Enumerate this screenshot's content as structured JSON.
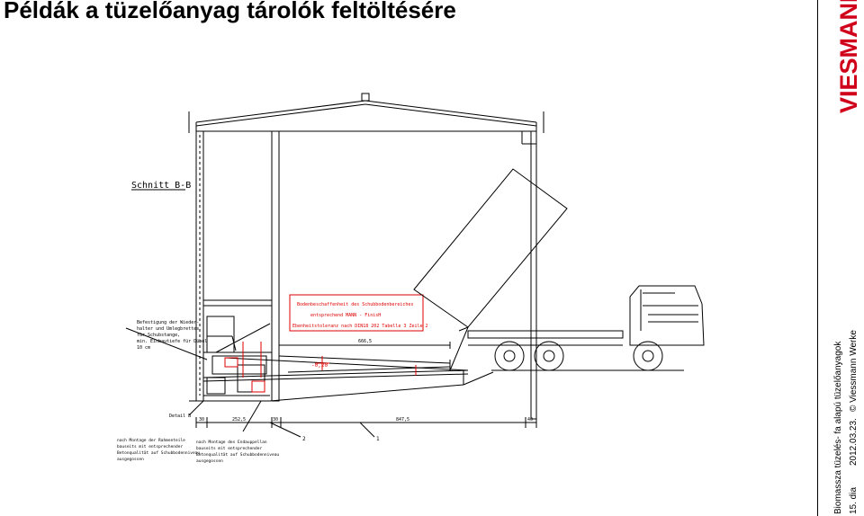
{
  "title": "Példák a tüzelőanyag tárolók feltöltésére",
  "brand": {
    "name": "VIESMANN",
    "color": "#d0021b"
  },
  "footer": {
    "slide": "15. dia",
    "date": "2012.03.23.",
    "copyright": "© Viessmann Werke",
    "subject": "Biomassza tüzelés- fa alapú tüzelőanyagok"
  },
  "drawing": {
    "section_label": "Schnitt B-B",
    "red_note": [
      "Bodenbeschaffenheit des Schubbodenbereiches",
      "entsprechend MANN - FinisH",
      "Ebenheitstoleranz nach DIN18 202 Tabelle 3 Zeile 2"
    ],
    "left_note": [
      "Befestigung der Wieder-",
      "halter und Umlegbrettes",
      "für Schubstange,",
      "min. Einbautiefe für Dübel",
      "10 cm"
    ],
    "level": "-0,20",
    "dim_top": "666,5",
    "dim_left": "30",
    "dim_mid": "252,5",
    "dim_gap": "30",
    "dim_main": "847,5",
    "dim_right": "40",
    "detail_label": "Detail B",
    "bottom_note_1": [
      "nach Montage der Rahmenteile",
      "bauseits mit entsprechender",
      "Betonqualität auf Schubbodenniveau",
      "ausgegossen"
    ],
    "bottom_note_2": [
      "nach Montage des Endauppellan",
      "bauseits mit entsprechender",
      "Betonqualität auf Schubbodenniveau",
      "ausgegossen"
    ],
    "callout_1": "1",
    "callout_2": "2"
  }
}
